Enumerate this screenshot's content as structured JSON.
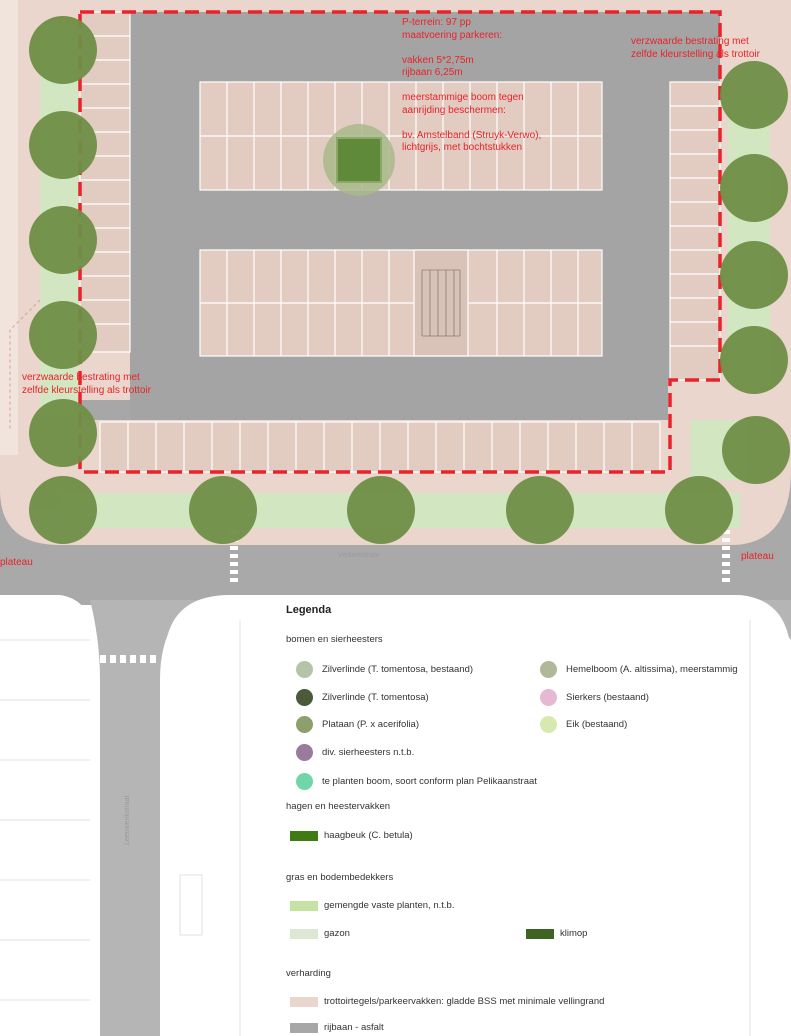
{
  "annotations": {
    "parking_note": [
      "P-terrein: 97 pp",
      "maatvoering parkeren:",
      "",
      "vakken 5*2,75m",
      "rijbaan 6,25m",
      "",
      "meerstammige boom tegen",
      "aanrijding beschermen:",
      "",
      "bv. Amstelband (Struyk-Verwo),",
      "lichtgrijs, met bochtstukken"
    ],
    "paving_note_right": [
      "verzwaarde bestrating met",
      "zelfde kleurstelling als trottoir"
    ],
    "paving_note_left": [
      "verzwaarde bestrating met",
      "zelfde kleurstelling als trottoir"
    ],
    "plateau_left": "plateau",
    "plateau_right": "plateau",
    "street_top": "Verkerkstraat",
    "street_side": "Leeuwerikstraat"
  },
  "legend": {
    "title": "Legenda",
    "section_trees": "bomen en sierheesters",
    "trees": [
      {
        "label": "Zilverlinde (T. tomentosa, bestaand)",
        "color": "#b5c4a6"
      },
      {
        "label": "Hemelboom (A. altissima), meerstammig",
        "color": "#b0b89a"
      },
      {
        "label": "Zilverlinde (T. tomentosa)",
        "color": "#4a5a3a"
      },
      {
        "label": "Sierkers (bestaand)",
        "color": "#e7b8d2"
      },
      {
        "label": "Plataan (P. x acerifolia)",
        "color": "#8d9f6c"
      },
      {
        "label": "Eik (bestaand)",
        "color": "#d6eab0"
      },
      {
        "label": "div. sierheesters n.t.b.",
        "color": "#9a7a9d"
      },
      {
        "label": "te planten boom, soort  conform plan Pelikaanstraat",
        "color": "#6fd6a8"
      }
    ],
    "section_hedges": "hagen en heestervakken",
    "hedge": {
      "label": "haagbeuk (C. betula)",
      "color": "#3f7a12"
    },
    "section_grass": "gras en bodembedekkers",
    "grass": [
      {
        "label": "gemengde vaste planten, n.t.b.",
        "color": "#c4e3a2"
      },
      {
        "label": "gazon",
        "color": "#dde7d4"
      },
      {
        "label": "klimop",
        "color": "#3f6421"
      }
    ],
    "section_paving": "verharding",
    "paving": [
      {
        "label": "trottoirtegels/parkeervakken: gladde BSS met minimale vellingrand",
        "color": "#ead6cc"
      },
      {
        "label": "rijbaan - asfalt",
        "color": "#a7a7a7"
      }
    ]
  },
  "colors": {
    "asphalt": "#a7a7a7",
    "paving": "#ead6cc",
    "grass": "#d2e6c2",
    "tree": "#6f8f47",
    "boundary": "#e8232a"
  }
}
